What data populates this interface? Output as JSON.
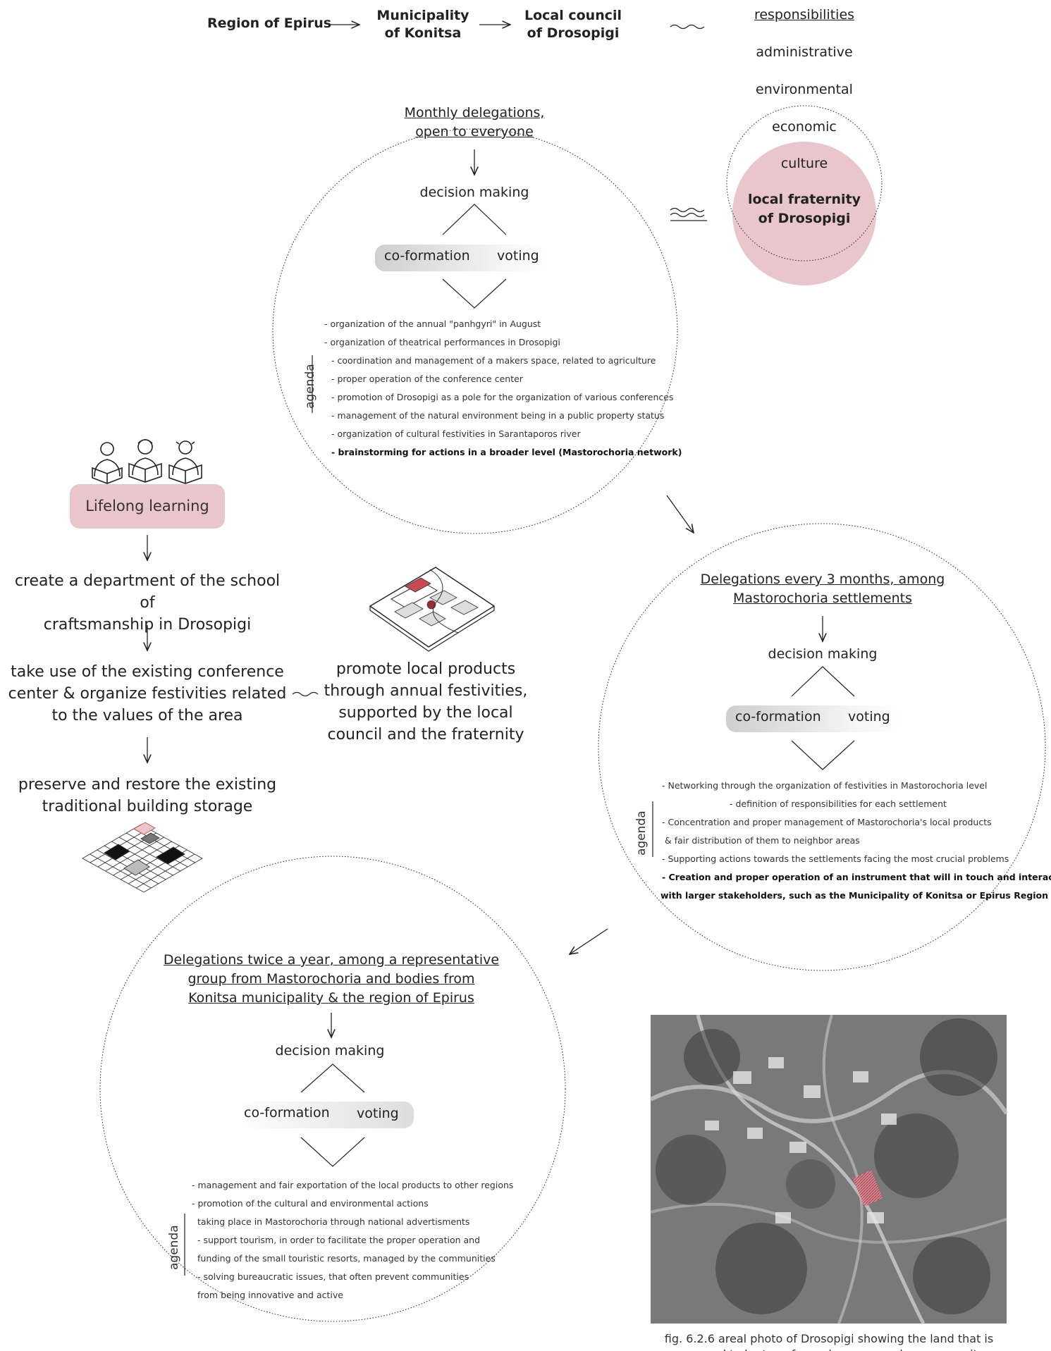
{
  "top_chain": {
    "region": "Region of Epirus",
    "municipality": [
      "Municipality",
      "of Konitsa"
    ],
    "local_council": [
      "Local council",
      "of Drosopigi"
    ]
  },
  "responsibilities": {
    "title": "responsibilities",
    "items": [
      "administrative",
      "environmental",
      "economic",
      "culture"
    ],
    "fraternity": [
      "local fraternity",
      "of Drosopigi"
    ]
  },
  "circle1": {
    "title": [
      "Monthly delegations,",
      "open to everyone"
    ],
    "decision": "decision making",
    "coformation": "co-formation",
    "voting": "voting",
    "agenda_label": "agenda",
    "items": [
      "- organization of the annual \"panhgyri\" in August",
      "- organization of theatrical performances in Drosopigi",
      "- coordination and management of a makers space, related to agriculture",
      "- proper operation of the conference center",
      "- promotion of Drosopigi as a pole for the organization of various conferences",
      "- management of the natural environment being in a public property status",
      "- organization of cultural festivities in Sarantaporos river"
    ],
    "bold_item": "- brainstorming for actions in a broader level (Mastorochoria network)"
  },
  "learning": {
    "label": "Lifelong learning",
    "steps": [
      [
        "create a department of the school of",
        "craftsmanship in Drosopigi"
      ],
      [
        "take use of the existing conference",
        "center & organize festivities related",
        "to the values of the area"
      ],
      [
        "preserve and restore the existing",
        "traditional building storage"
      ]
    ]
  },
  "promote": [
    "promote local products",
    "through annual festivities,",
    "supported by the local",
    "council and the fraternity"
  ],
  "circle2": {
    "title": [
      "Delegations every 3 months, among",
      "Mastorochoria settlements"
    ],
    "decision": "decision making",
    "coformation": "co-formation",
    "voting": "voting",
    "agenda_label": "agenda",
    "items": [
      "- Networking through the organization of festivities in Mastorochoria level",
      "- definition of responsibilities for each settlement",
      "- Concentration and proper management of Mastorochoria's local products",
      "& fair distribution of them to neighbor areas",
      "- Supporting actions towards the settlements facing the most crucial problems"
    ],
    "bold_items": [
      "- Creation and proper operation of an instrument that will in touch and interact",
      "with larger stakeholders, such as the Municipality of Konitsa or Epirus Region"
    ]
  },
  "circle3": {
    "title": [
      "Delegations twice a year, among a representative",
      "group from Mastorochoria and bodies from",
      "Konitsa municipality & the region of Epirus"
    ],
    "decision": "decision making",
    "coformation": "co-formation",
    "voting": "voting",
    "agenda_label": "agenda",
    "items": [
      "- management and fair exportation of the local products to other regions",
      "- promotion of the cultural and environmental actions",
      "taking place in Mastorochoria through national advertisments",
      "- support tourism, in order to facilitate the proper operation and",
      "funding of the small touristic resorts, managed by the communities",
      "- solving bureaucratic issues, that often prevent communities",
      "from being innovative and active"
    ]
  },
  "caption": "fig. 6.2.6 areal photo of Drosopigi showing the land that is",
  "caption_cut": "proposed to be transformed ... managed ... community",
  "colors": {
    "pink": "#e9c6cb",
    "pink_fill": "#dfb5ba",
    "photo_pink": "#d98a95"
  }
}
